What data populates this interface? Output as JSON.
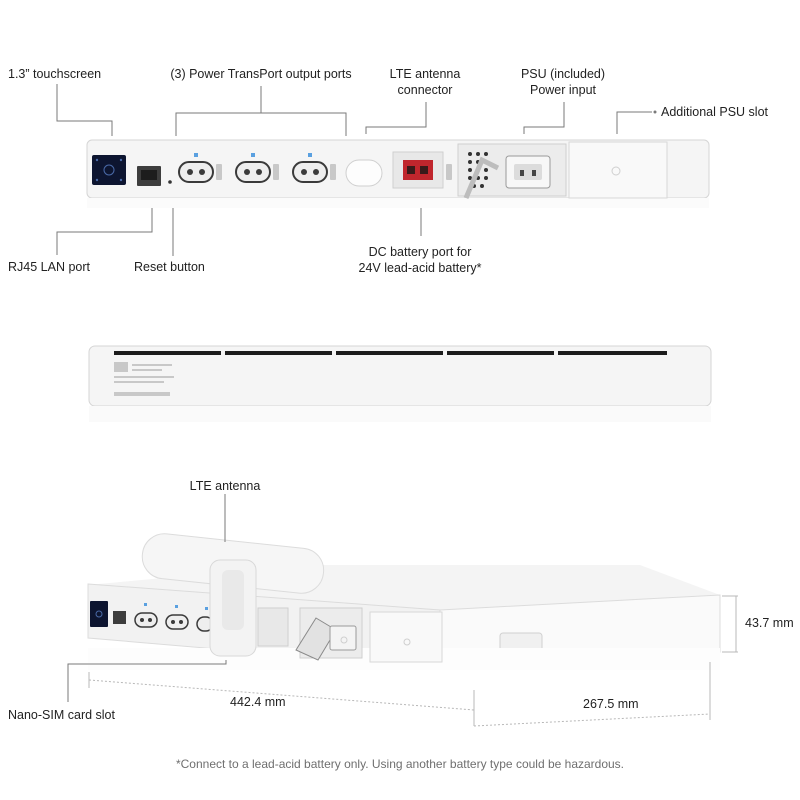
{
  "labels": {
    "touchscreen": "1.3” touchscreen",
    "power_ports": "(3) Power TransPort output ports",
    "lte_connector_line1": "LTE antenna",
    "lte_connector_line2": "connector",
    "psu_line1": "PSU (included)",
    "psu_line2": "Power input",
    "additional_psu": "Additional PSU slot",
    "rj45": "RJ45 LAN port",
    "reset": "Reset button",
    "dc_battery_line1": "DC battery port for",
    "dc_battery_line2": "24V lead-acid battery*",
    "lte_antenna": "LTE antenna",
    "nano_sim": "Nano-SIM card slot"
  },
  "dimensions": {
    "width": "442.4 mm",
    "depth": "267.5 mm",
    "height": "43.7 mm"
  },
  "footnote": "*Connect to a lead-acid battery only. Using another battery type could be hazardous.",
  "colors": {
    "device_body": "#f4f4f4",
    "device_edge": "#d6d6d6",
    "screen": "#0d1530",
    "battery_port": "#c0262d",
    "label_text": "#222222",
    "footnote_text": "#6f6f6f"
  },
  "icons": [
    "touchscreen-display-icon",
    "rj45-port-icon",
    "power-outlet-icon",
    "lte-antenna-icon",
    "psu-fan-grille-icon"
  ]
}
